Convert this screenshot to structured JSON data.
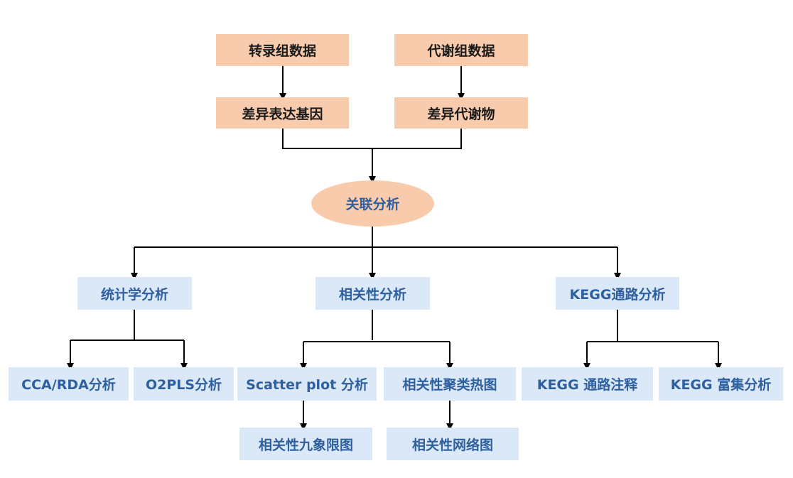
{
  "colors": {
    "source_fill": "#f8cbad",
    "analysis_fill": "#dae8f8",
    "analysis_text": "#2e5f9e",
    "line": "#000000"
  },
  "nodes": {
    "transcriptome_data": "转录组数据",
    "metabolome_data": "代谢组数据",
    "diff_genes": "差异表达基因",
    "diff_metabolites": "差异代谢物",
    "correlation_analysis": "关联分析",
    "statistical_analysis": "统计学分析",
    "correlation_stats": "相关性分析",
    "kegg_pathway": "KEGG通路分析",
    "cca_rda": "CCA/RDA分析",
    "o2pls": "O2PLS分析",
    "scatter_plot": "Scatter plot 分析",
    "cluster_heatmap": "相关性聚类热图",
    "nine_quadrant": "相关性九象限图",
    "network": "相关性网络图",
    "kegg_annotation": "KEGG 通路注释",
    "kegg_enrichment": "KEGG 富集分析"
  }
}
